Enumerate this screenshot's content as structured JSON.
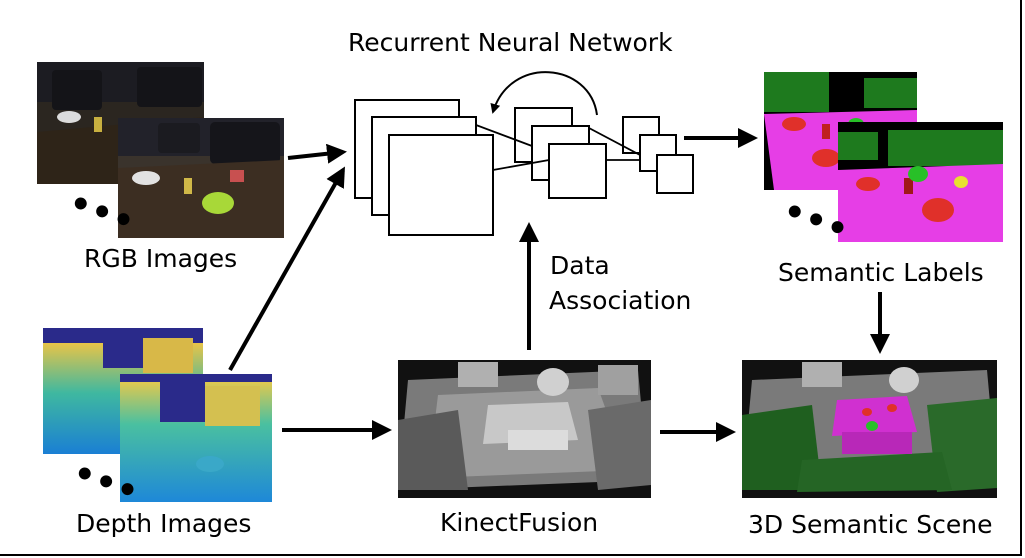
{
  "labels": {
    "rnn": "Recurrent Neural Network",
    "rgb": "RGB Images",
    "depth": "Depth Images",
    "semantic": "Semantic Labels",
    "kinect": "KinectFusion",
    "scene": "3D Semantic Scene",
    "data_line1": "Data",
    "data_line2": "Association",
    "ellipsis": "•••"
  },
  "colors": {
    "background": "#ffffff",
    "arrow": "#000000",
    "semantic_magenta": "#e63ee6",
    "semantic_green": "#1e7a1e",
    "semantic_red": "#e0302a",
    "depth_blue": "#1f8fd6",
    "depth_yellow": "#e5c040",
    "depth_navy": "#2a2a8a"
  }
}
